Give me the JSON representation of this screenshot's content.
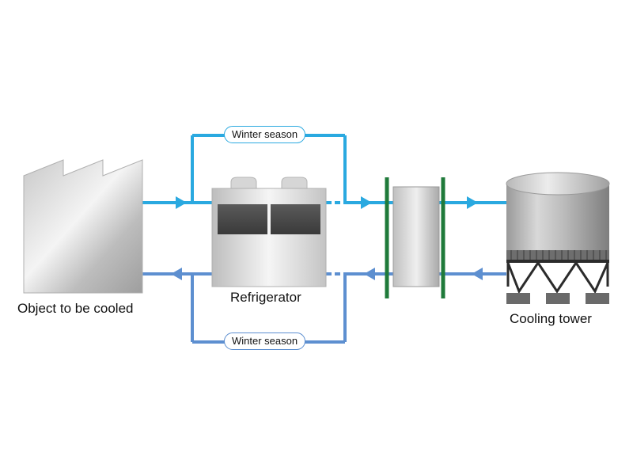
{
  "labels": {
    "object": "Object to be cooled",
    "refrigerator": "Refrigerator",
    "cooling_tower": "Cooling tower",
    "winter_top": "Winter season",
    "winter_bottom": "Winter season"
  },
  "colors": {
    "supply_line": "#2aa9e0",
    "return_line": "#5d8fd0",
    "heat_exchanger_plate": "#1f7a3a",
    "tower_leg": "#2b2b2b"
  }
}
